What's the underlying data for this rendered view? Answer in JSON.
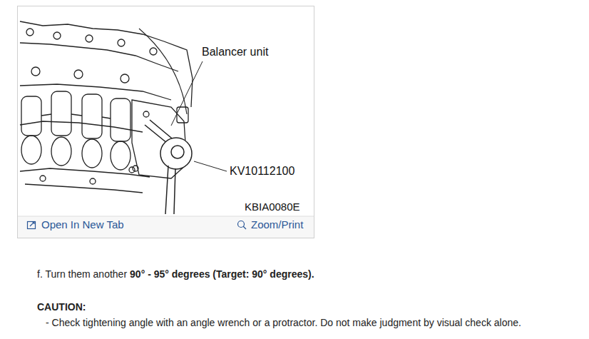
{
  "diagram": {
    "labels": [
      "Balancer unit",
      "KV10112100",
      "KBIA0080E",
      "Open In New Tab",
      "Zoom/Print",
      "f. Turn them another",
      "90° - 95° degrees (Target: 90° degrees).",
      "CAUTION:",
      "- Check tightening angle with an angle wrench or a protractor. Do not make judgment by visual check alone."
    ]
  }
}
